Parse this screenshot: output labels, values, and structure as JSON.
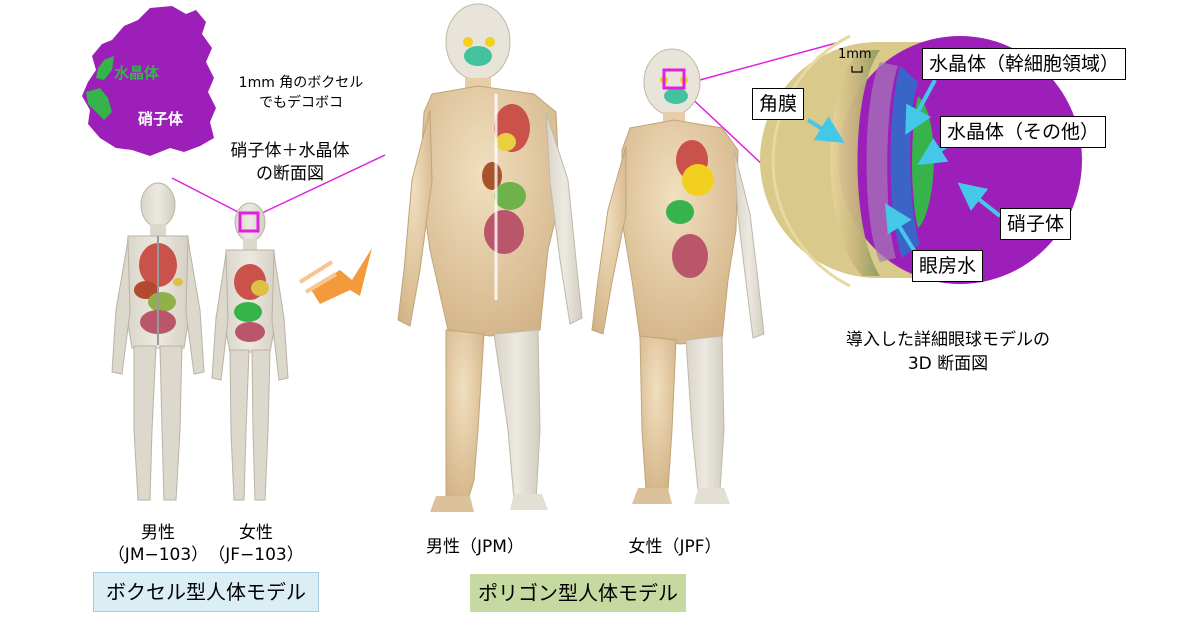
{
  "voxel_inset": {
    "label_lens": "水晶体",
    "label_vitreous": "硝子体",
    "note_line1": "1mm 角のボクセル",
    "note_line2": "でもデコボコ",
    "caption_line1": "硝子体＋水晶体",
    "caption_line2": "の断面図"
  },
  "voxel_models": {
    "male_label": "男性",
    "male_code": "（JM−103）",
    "female_label": "女性",
    "female_code": "（JF−103）",
    "category": "ボクセル型人体モデル",
    "category_bg": "#dbeef4",
    "category_border": "#9fcfe0"
  },
  "polygon_models": {
    "male_label": "男性（JPM）",
    "female_label": "女性（JPF）",
    "category": "ポリゴン型人体モデル",
    "category_bg": "#c5d9a0"
  },
  "eye_model": {
    "scale": "1mm",
    "cornea": "角膜",
    "lens_germinative": "水晶体（幹細胞領域）",
    "lens_other": "水晶体（その他）",
    "vitreous": "硝子体",
    "aqueous": "眼房水",
    "caption_line1": "導入した詳細眼球モデルの",
    "caption_line2": "3D 断面図"
  },
  "colors": {
    "vitreous": "#9b1fb8",
    "lens": "#36b34a",
    "germinative": "#3b64c8",
    "skin": "#e6cfa8",
    "highlight": "#e020e0",
    "arrow": "#f39a3c",
    "pointer": "#45c8e8"
  }
}
